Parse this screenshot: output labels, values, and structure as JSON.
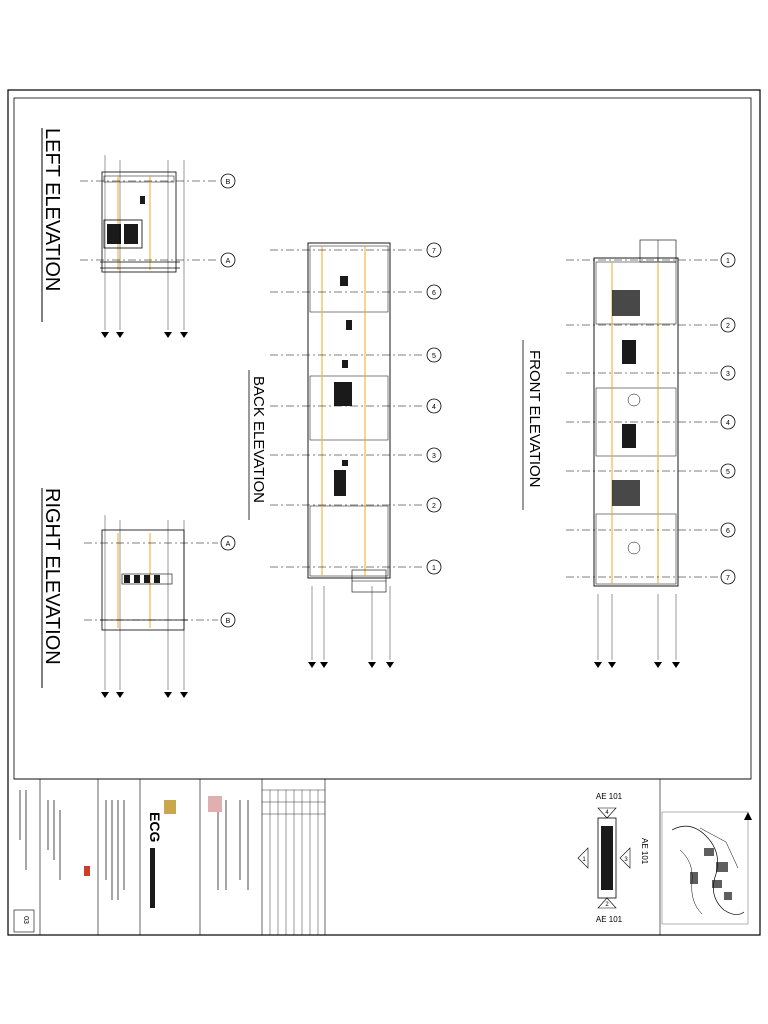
{
  "sheet": {
    "views": {
      "left_elevation": "LEFT ELEVATION",
      "right_elevation": "RIGHT ELEVATION",
      "back_elevation": "BACK ELEVATION",
      "front_elevation": "FRONT ELEVATION"
    },
    "grid_markers": {
      "left": [
        "B",
        "A"
      ],
      "right": [
        "A",
        "B"
      ],
      "back": [
        "7",
        "6",
        "5",
        "4",
        "3",
        "2",
        "1"
      ],
      "front": [
        "1",
        "2",
        "3",
        "4",
        "5",
        "6",
        "7"
      ]
    },
    "key_plan": {
      "callouts": [
        "AE 101",
        "AE 101",
        "AE 101"
      ],
      "callout_numbers": [
        "4",
        "3",
        "2",
        "1"
      ]
    },
    "title_block": {
      "consultant": "ECG",
      "sheet_no": "03"
    },
    "colors": {
      "line": "#000000",
      "accent_orange": "#f2a81d",
      "fill_dark": "#1a1a1a"
    }
  }
}
